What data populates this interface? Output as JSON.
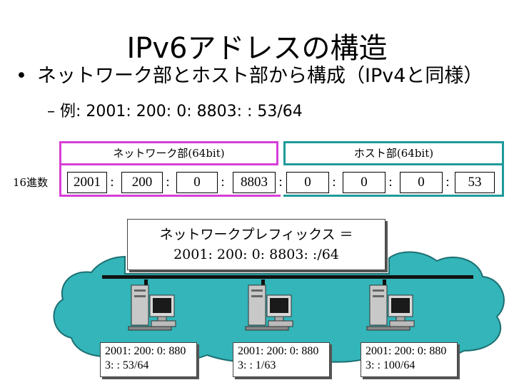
{
  "title": "IPv6アドレスの構造",
  "bullet": {
    "marker": "•",
    "text": "ネットワーク部とホスト部から構成（IPv4と同様）"
  },
  "sub_bullet": {
    "marker": "–",
    "text": "例: 2001: 200: 0: 8803: : 53/64"
  },
  "network_part_label": "ネットワーク部(64bit)",
  "host_part_label": "ホスト部(64bit)",
  "row_label": "16進数",
  "segments": [
    "2001",
    "200",
    "0",
    "8803",
    "0",
    "0",
    "0",
    "53"
  ],
  "separator": ":",
  "prefix": {
    "line1": "ネットワークプレフィックス ＝",
    "line2": "2001: 200: 0: 8803: :/64"
  },
  "hosts": [
    {
      "line1": "2001: 200: 0: 880",
      "line2": "3: : 53/64"
    },
    {
      "line1": "2001: 200: 0: 880",
      "line2": "3: : 1/63"
    },
    {
      "line1": "2001: 200: 0: 880",
      "line2": "3: : 100/64"
    }
  ],
  "colors": {
    "network_border": "#d63fd6",
    "host_border": "#1f9a9a",
    "cloud_fill": "#33b5b9",
    "cloud_stroke": "#1d6f72",
    "computer_body": "#c8c8c8"
  },
  "icons": {
    "computer": "desktop-computer-icon"
  }
}
